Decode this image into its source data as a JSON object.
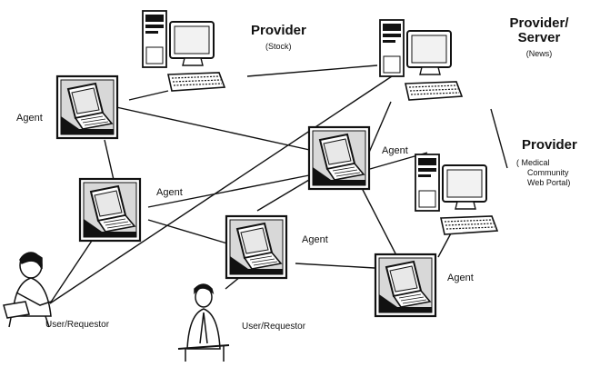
{
  "providers": {
    "stock": {
      "title": "Provider",
      "subtitle": "(Stock)"
    },
    "news": {
      "title_line1": "Provider/",
      "title_line2": "Server",
      "subtitle": "(News)"
    },
    "medical": {
      "title": "Provider",
      "sub_line1": "( Medical",
      "sub_line2": "Community",
      "sub_line3": "Web Portal)"
    }
  },
  "agents": {
    "a1": "Agent",
    "a2": "Agent",
    "a3": "Agent",
    "a4": "Agent",
    "a5": "Agent"
  },
  "users": {
    "u1": "User/Requestor",
    "u2": "User/Requestor"
  },
  "colors": {
    "ink": "#111111",
    "screen": "#1a1a1a",
    "paper": "#ffffff"
  }
}
